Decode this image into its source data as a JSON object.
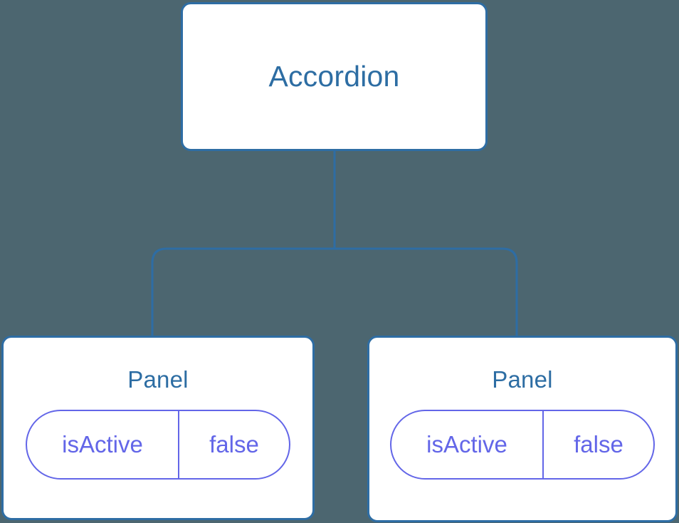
{
  "diagram": {
    "type": "component-tree",
    "background_color": "#4c6670",
    "node_border_color": "#2e6da4",
    "node_title_color": "#2d6da3",
    "state_pill_color": "#6366e8",
    "connector_color": "#2e6da4",
    "root": {
      "label": "Accordion"
    },
    "children": [
      {
        "label": "Panel",
        "state": {
          "key": "isActive",
          "value": "false"
        }
      },
      {
        "label": "Panel",
        "state": {
          "key": "isActive",
          "value": "false"
        }
      }
    ]
  }
}
